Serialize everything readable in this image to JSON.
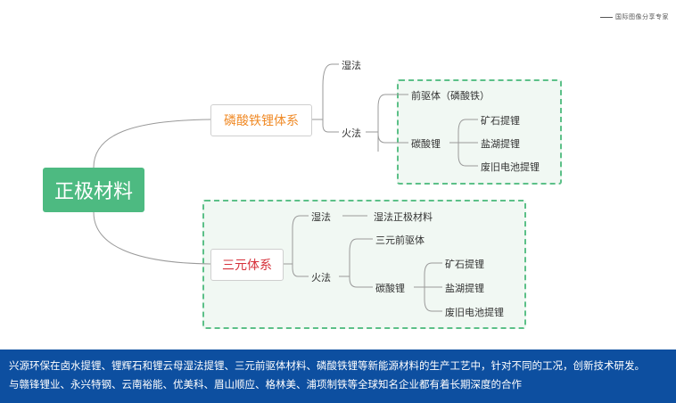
{
  "watermark": "国际图像分享专家",
  "root": {
    "label": "正极材料"
  },
  "lfp": {
    "label": "磷酸铁锂体系",
    "wet": "湿法",
    "fire": "火法",
    "precursor": "前驱体（磷酸铁）",
    "carbonate": "碳酸锂",
    "ore": "矿石提锂",
    "salt_lake": "盐湖提锂",
    "battery": "废旧电池提锂"
  },
  "ternary": {
    "label": "三元体系",
    "wet": "湿法",
    "wet_target": "湿法正极材料",
    "fire": "火法",
    "precursor": "三元前驱体",
    "carbonate": "碳酸锂",
    "ore": "矿石提锂",
    "salt_lake": "盐湖提锂",
    "battery": "废旧电池提锂"
  },
  "footer": {
    "line1": "兴源环保在卤水提锂、锂辉石和锂云母湿法提锂、三元前驱体材料、磷酸铁锂等新能源材料的生产工艺中，针对不同的工况，创新技术研发。",
    "line2": "与赣锋锂业、永兴特钢、云南裕能、优美科、眉山顺应、格林美、浦项制铁等全球知名企业都有着长期深度的合作"
  }
}
